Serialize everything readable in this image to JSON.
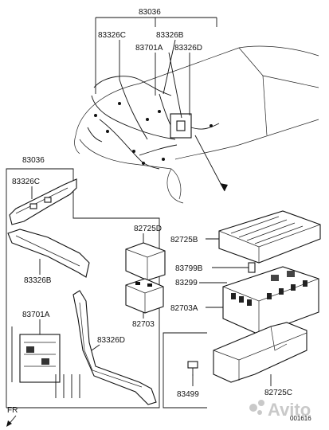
{
  "diagram": {
    "labels": {
      "top_group": "83036",
      "top_left": "83326C",
      "top_right": "83326B",
      "top_mid": "83701A",
      "top_mid_right": "83326D",
      "mid_group": "83036",
      "left_c": "83326C",
      "left_b": "83326B",
      "left_a": "83701A",
      "left_d": "83326D",
      "cover_small": "82725D",
      "relay_box": "82703",
      "cover_large": "82725B",
      "fuse": "83799B",
      "relay": "83299",
      "box_a": "82703A",
      "bracket": "82725C",
      "bolt": "83499",
      "fr": "FR",
      "code": "001616",
      "watermark": "Avito"
    },
    "icons": [
      "front-arrow-icon",
      "avito-logo-icon"
    ]
  }
}
